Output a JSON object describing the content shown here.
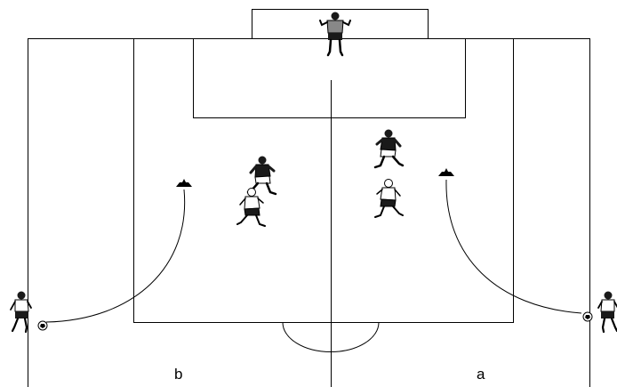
{
  "labels": {
    "left_zone": "b",
    "right_zone": "a"
  },
  "colors": {
    "line": "#000000",
    "background": "#ffffff",
    "dark_kit": "#1a1a1a",
    "light_kit": "#ffffff"
  },
  "elements": {
    "goalkeeper": "goalkeeper-figure",
    "cones": [
      "cone-left",
      "cone-right"
    ],
    "balls": [
      "ball-left",
      "ball-right"
    ],
    "servers": [
      "server-left",
      "server-right"
    ],
    "attackers": [
      "attacker-left",
      "attacker-right"
    ],
    "defenders": [
      "defender-left",
      "defender-right"
    ]
  }
}
